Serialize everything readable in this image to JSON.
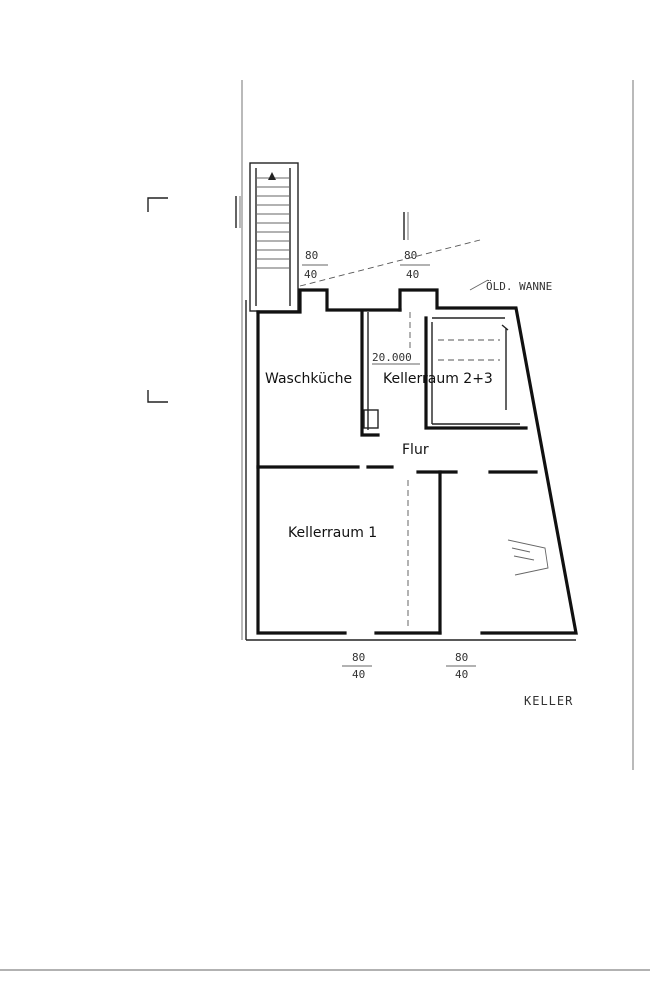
{
  "rooms": {
    "waschkueche": "Waschküche",
    "kellerraum23": "Kellerraum 2+3",
    "flur": "Flur",
    "kellerraum1": "Kellerraum 1"
  },
  "annotations": {
    "old_wanne": "ÖLD. WANNE",
    "dim_top_left_upper": "80",
    "dim_top_left_lower": "40",
    "dim_top_mid_upper": "80",
    "dim_top_mid_lower": "40",
    "dim_bottom_left_upper": "80",
    "dim_bottom_left_lower": "40",
    "dim_bottom_right_upper": "80",
    "dim_bottom_right_lower": "40",
    "elevation": "20.000",
    "title": "KELLER"
  }
}
